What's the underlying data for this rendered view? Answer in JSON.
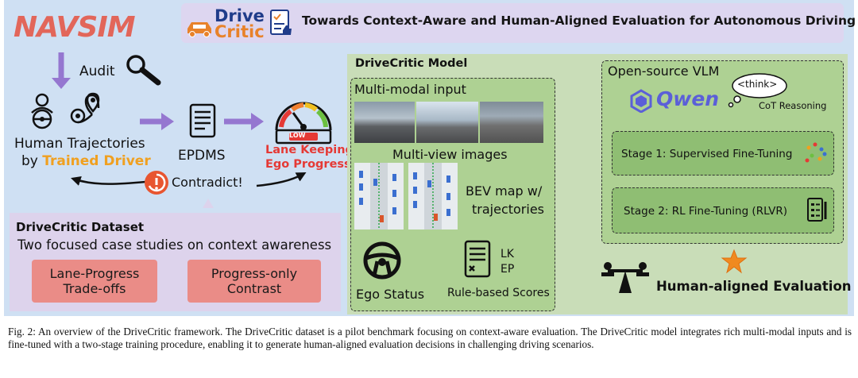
{
  "header": {
    "logo_line1": "Drive",
    "logo_line2": "Critic",
    "title": "Towards Context-Aware and Human-Aligned Evaluation for Autonomous Driving"
  },
  "left": {
    "navsim": "NAVSIM",
    "audit": "Audit",
    "human_traj_line1": "Human Trajectories",
    "human_traj_by": "by ",
    "trained_driver": "Trained Driver",
    "epdms": "EPDMS",
    "gauge_low": "LOW",
    "lane_keeping": "Lane Keeping",
    "ego_progress": "Ego Progress",
    "contradict": "Contradict!"
  },
  "dataset": {
    "title": "DriveCritic Dataset",
    "subtitle": "Two focused case studies on context awareness",
    "case1_line1": "Lane-Progress",
    "case1_line2": "Trade-offs",
    "case2_line1": "Progress-only",
    "case2_line2": "Contrast"
  },
  "model": {
    "title": "DriveCritic Model",
    "input_title": "Multi-modal input",
    "multiview": "Multi-view images",
    "bev_line1": "BEV map w/",
    "bev_line2": "trajectories",
    "ego_status": "Ego Status",
    "lk": "LK",
    "ep": "EP",
    "rule_scores": "Rule-based Scores",
    "vlm_title": "Open-source VLM",
    "qwen": "Qwen",
    "think": "<think>",
    "cot": "CoT Reasoning",
    "stage1": "Stage 1: Supervised Fine-Tuning",
    "stage2": "Stage 2: RL Fine-Tuning (RLVR)",
    "human_aligned": "Human-aligned Evaluation"
  },
  "caption": "Fig. 2: An overview of the DriveCritic framework. The DriveCritic dataset is a pilot benchmark focusing on context-aware evaluation. The DriveCritic model integrates rich multi-modal inputs and is fine-tuned with a two-stage training procedure, enabling it to generate human-aligned evaluation decisions in challenging driving scenarios.",
  "colors": {
    "panel": "#cfe0f3",
    "arrow": "#9577d0",
    "accent_orange": "#f0a020",
    "red": "#e53935",
    "case_box": "#ea8c87"
  }
}
